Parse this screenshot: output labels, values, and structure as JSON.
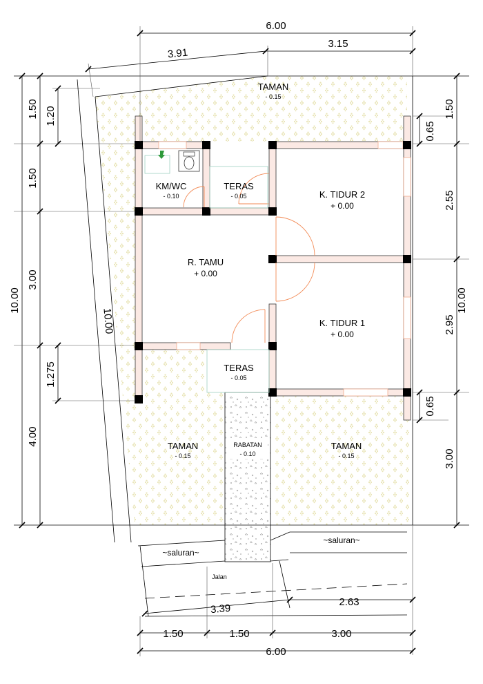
{
  "colors": {
    "garden_dots": "#e8e4b4",
    "wall_fill": "#fbe9e4",
    "door_swing": "#f28a55",
    "teras_outline": "#9fd0c0",
    "toilet_icon": "#2e9a3a"
  },
  "rooms": {
    "taman_top": {
      "name": "TAMAN",
      "elev": "- 0.15"
    },
    "kmwc": {
      "name": "KM/WC",
      "elev": "- 0.10"
    },
    "teras_top": {
      "name": "TERAS",
      "elev": "- 0.05"
    },
    "tidur2": {
      "name": "K. TIDUR 2",
      "elev": "+ 0.00"
    },
    "tamu": {
      "name": "R. TAMU",
      "elev": "+ 0.00"
    },
    "tidur1": {
      "name": "K. TIDUR 1",
      "elev": "+ 0.00"
    },
    "teras_bottom": {
      "name": "TERAS",
      "elev": "- 0.05"
    },
    "taman_left": {
      "name": "TAMAN",
      "elev": "- 0.15"
    },
    "rabatan": {
      "name": "RABATAN",
      "elev": "- 0.10"
    },
    "taman_right": {
      "name": "TAMAN",
      "elev": "- 0.15"
    }
  },
  "labels": {
    "saluran_left": "~saluran~",
    "saluran_right": "~saluran~",
    "jalan": "Jalan"
  },
  "dims": {
    "top_total": "6.00",
    "top_left": "3.91",
    "top_right": "3.15",
    "left_total": "10.00",
    "left_1": "1.50",
    "left_1b": "1.20",
    "left_2": "1.50",
    "left_3": "3.00",
    "left_3b": "1.275",
    "left_4": "4.00",
    "diag": "10.00",
    "right_total": "10.00",
    "right_1": "1.50",
    "right_1b": "0.65",
    "right_2": "2.55",
    "right_3": "2.95",
    "right_3b": "0.65",
    "right_4": "3.00",
    "bottom_a": "3.39",
    "bottom_b": "2.63",
    "bottom_1": "1.50",
    "bottom_2": "1.50",
    "bottom_3": "3.00",
    "bottom_total": "6.00"
  }
}
